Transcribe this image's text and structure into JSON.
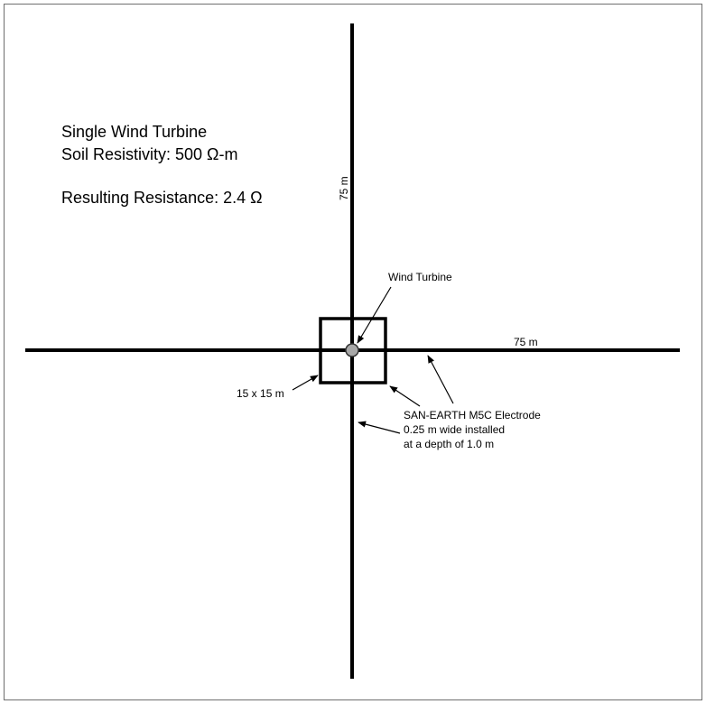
{
  "info": {
    "line1": "Single Wind Turbine",
    "line2": "Soil Resistivity:  500 Ω-m",
    "line3": "Resulting Resistance:  2.4 Ω"
  },
  "labels": {
    "vertical_length": "75 m",
    "horizontal_length": "75 m",
    "turbine": "Wind Turbine",
    "square_size": "15 x 15 m",
    "electrode_line1": "SAN-EARTH M5C Electrode",
    "electrode_line2": "0.25 m wide installed",
    "electrode_line3": "at a depth of 1.0 m"
  },
  "colors": {
    "electrode": "#000000",
    "turbine_fill": "#a8a8a8",
    "frame": "#6e6e6e"
  }
}
